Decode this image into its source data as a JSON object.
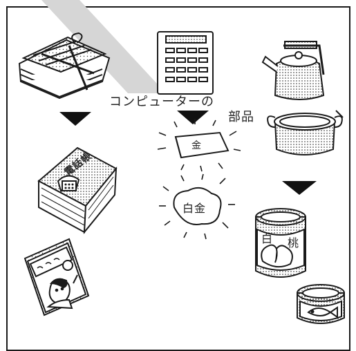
{
  "labels": {
    "computer_parts_line1": "コンピューターの",
    "computer_parts_line2": "部品",
    "gold": "金",
    "platinum": "白金",
    "phone_book": "電話帳",
    "peach_can_left": "白",
    "peach_can_right": "桃"
  },
  "colors": {
    "ink": "#1a1a1a",
    "paper": "#ffffff",
    "banner": "#d6d6d6"
  },
  "icons": [
    "newspaper-bundle-icon",
    "circuit-board-icon",
    "kettle-icon",
    "pot-icon",
    "gold-bar-icon",
    "platinum-nugget-icon",
    "phone-book-icon",
    "magazine-icon",
    "peach-can-icon",
    "fish-can-icon",
    "arrow-down-icon"
  ]
}
